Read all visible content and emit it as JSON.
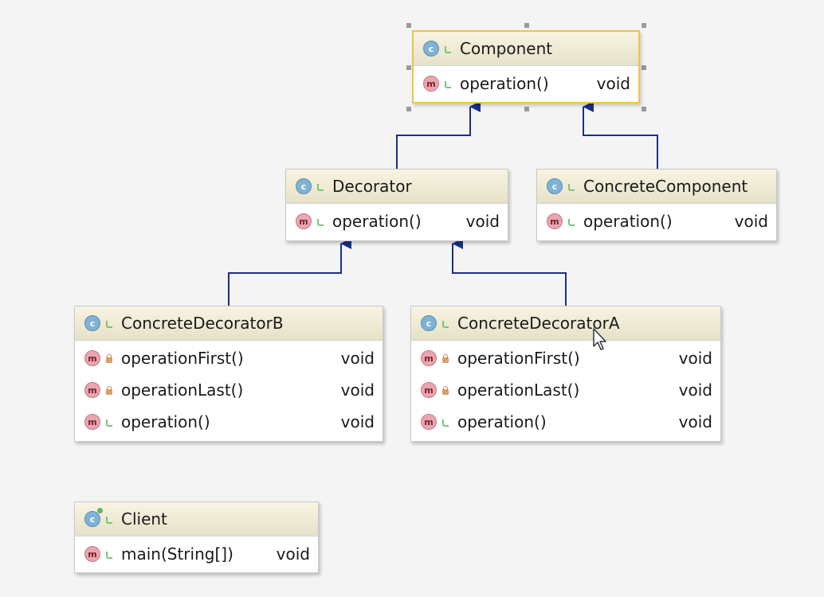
{
  "diagram": {
    "classes": [
      {
        "id": "component",
        "name": "Component",
        "selected": true,
        "members": [
          {
            "visibility": "public",
            "name": "operation()",
            "type": "void"
          }
        ]
      },
      {
        "id": "decorator",
        "name": "Decorator",
        "members": [
          {
            "visibility": "public",
            "name": "operation()",
            "type": "void"
          }
        ]
      },
      {
        "id": "concrete-component",
        "name": "ConcreteComponent",
        "members": [
          {
            "visibility": "public",
            "name": "operation()",
            "type": "void"
          }
        ]
      },
      {
        "id": "concrete-decorator-b",
        "name": "ConcreteDecoratorB",
        "members": [
          {
            "visibility": "private",
            "name": "operationFirst()",
            "type": "void"
          },
          {
            "visibility": "private",
            "name": "operationLast()",
            "type": "void"
          },
          {
            "visibility": "public",
            "name": "operation()",
            "type": "void"
          }
        ]
      },
      {
        "id": "concrete-decorator-a",
        "name": "ConcreteDecoratorA",
        "members": [
          {
            "visibility": "private",
            "name": "operationFirst()",
            "type": "void"
          },
          {
            "visibility": "private",
            "name": "operationLast()",
            "type": "void"
          },
          {
            "visibility": "public",
            "name": "operation()",
            "type": "void"
          }
        ]
      },
      {
        "id": "client",
        "name": "Client",
        "runnable": true,
        "members": [
          {
            "visibility": "public",
            "name": "main(String[])",
            "type": "void"
          }
        ]
      }
    ],
    "relationships": [
      {
        "type": "inheritance",
        "from": "decorator",
        "to": "component"
      },
      {
        "type": "inheritance",
        "from": "concrete-component",
        "to": "component"
      },
      {
        "type": "inheritance",
        "from": "concrete-decorator-b",
        "to": "decorator"
      },
      {
        "type": "inheritance",
        "from": "concrete-decorator-a",
        "to": "decorator"
      }
    ],
    "colors": {
      "arrow": "#1a2f8a",
      "selection_border": "#f0c34a",
      "class_header": "#ece8d0",
      "class_icon": "#7fb2d4",
      "method_icon": "#e8a6ae",
      "public_icon": "#7cc47a",
      "private_icon": "#d9a066"
    },
    "icons": {
      "class": "class-c-icon",
      "method": "method-m-icon",
      "public": "public-visibility-icon",
      "private": "private-lock-icon",
      "runnable": "run-badge-icon",
      "cursor": "mouse-pointer-icon"
    }
  }
}
